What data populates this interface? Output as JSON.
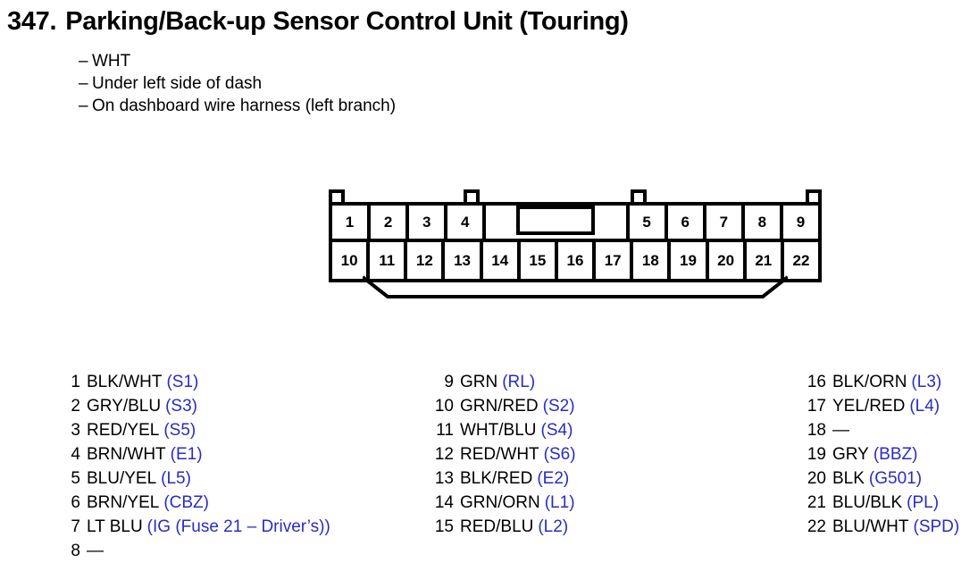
{
  "header": {
    "number": "347.",
    "title": "Parking/Back-up Sensor Control Unit (Touring)",
    "bullets": [
      "WHT",
      "Under left side of dash",
      "On dashboard wire harness (left branch)"
    ],
    "bullet_marker": "–"
  },
  "connector": {
    "name": "22-pin-connector-pinout",
    "top_row": [
      "1",
      "2",
      "3",
      "4",
      "",
      "",
      "",
      "",
      "5",
      "6",
      "7",
      "8",
      "9"
    ],
    "bottom_row": [
      "10",
      "11",
      "12",
      "13",
      "14",
      "15",
      "16",
      "17",
      "18",
      "19",
      "20",
      "21",
      "22"
    ],
    "top_row_gap_indices": [
      4,
      5,
      6,
      7
    ],
    "tab_count": 4,
    "center_notch": true
  },
  "colors": {
    "code_blue": "#2b2bc4",
    "outline_black": "#000000",
    "background": "#ffffff"
  },
  "pins": {
    "column_1": [
      {
        "num": "1",
        "wire": "BLK/WHT",
        "code": "(S1)"
      },
      {
        "num": "2",
        "wire": "GRY/BLU",
        "code": "(S3)"
      },
      {
        "num": "3",
        "wire": "RED/YEL",
        "code": "(S5)"
      },
      {
        "num": "4",
        "wire": "BRN/WHT",
        "code": "(E1)"
      },
      {
        "num": "5",
        "wire": "BLU/YEL",
        "code": "(L5)"
      },
      {
        "num": "6",
        "wire": "BRN/YEL",
        "code": "(CBZ)"
      },
      {
        "num": "7",
        "wire": "LT BLU",
        "code": "(IG (Fuse 21 – Driver’s))"
      },
      {
        "num": "8",
        "wire": "—",
        "code": ""
      }
    ],
    "column_2": [
      {
        "num": "9",
        "wire": "GRN",
        "code": "(RL)"
      },
      {
        "num": "10",
        "wire": "GRN/RED",
        "code": "(S2)"
      },
      {
        "num": "11",
        "wire": "WHT/BLU",
        "code": "(S4)"
      },
      {
        "num": "12",
        "wire": "RED/WHT",
        "code": "(S6)"
      },
      {
        "num": "13",
        "wire": "BLK/RED",
        "code": "(E2)"
      },
      {
        "num": "14",
        "wire": "GRN/ORN",
        "code": "(L1)"
      },
      {
        "num": "15",
        "wire": "RED/BLU",
        "code": "(L2)"
      }
    ],
    "column_3": [
      {
        "num": "16",
        "wire": "BLK/ORN",
        "code": "(L3)"
      },
      {
        "num": "17",
        "wire": "YEL/RED",
        "code": "(L4)"
      },
      {
        "num": "18",
        "wire": "—",
        "code": ""
      },
      {
        "num": "19",
        "wire": "GRY",
        "code": "(BBZ)"
      },
      {
        "num": "20",
        "wire": "BLK",
        "code": "(G501)"
      },
      {
        "num": "21",
        "wire": "BLU/BLK",
        "code": "(PL)"
      },
      {
        "num": "22",
        "wire": "BLU/WHT",
        "code": "(SPD)"
      }
    ]
  }
}
